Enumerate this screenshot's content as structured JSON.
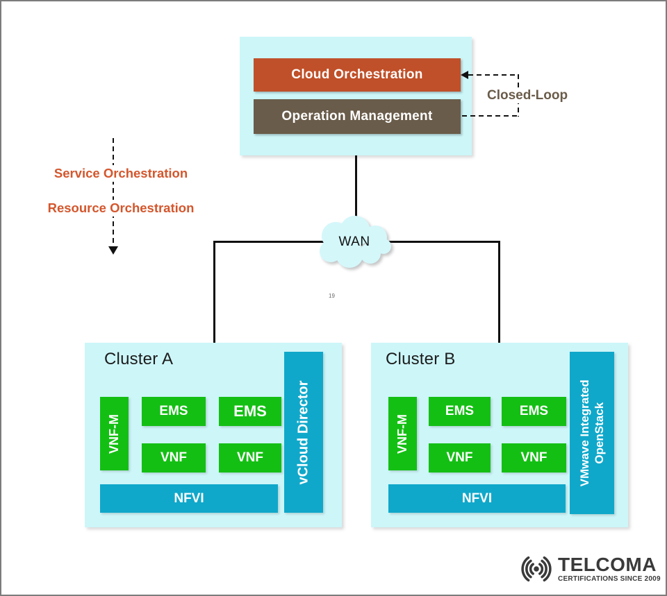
{
  "top_box": {
    "cloud_orchestration_label": "Cloud Orchestration",
    "operation_management_label": "Operation Management"
  },
  "closed_loop": {
    "label": "Closed-Loop"
  },
  "orchestration_labels": {
    "service": "Service Orchestration",
    "resource": "Resource Orchestration"
  },
  "wan": {
    "label": "WAN"
  },
  "page_number": "19",
  "clusters": [
    {
      "title": "Cluster A",
      "vnfm_label": "VNF-M",
      "ems1_label": "EMS",
      "ems2_label": "EMS",
      "vnf1_label": "VNF",
      "vnf2_label": "VNF",
      "nfvi_label": "NFVI",
      "platform_line1": "vCloud Director"
    },
    {
      "title": "Cluster B",
      "vnfm_label": "VNF-M",
      "ems1_label": "EMS",
      "ems2_label": "EMS",
      "vnf1_label": "VNF",
      "vnf2_label": "VNF",
      "nfvi_label": "NFVI",
      "platform_line1": "VMwave Integrated",
      "platform_line2": "OpenStack"
    }
  ],
  "logo": {
    "brand": "TELCOMA",
    "tagline": "CERTIFICATIONS SINCE 2009"
  },
  "colors": {
    "panel_cyan": "#cdf6f9",
    "cloud_fill": "#d4f7fa",
    "orange_bar": "#c05029",
    "brown_bar": "#6a5c4a",
    "green_box": "#14bf14",
    "teal_box": "#10a8ca",
    "orange_text": "#d4562c",
    "closed_loop_text": "#6a5c4a",
    "logo_gray": "#3a3a3a"
  }
}
